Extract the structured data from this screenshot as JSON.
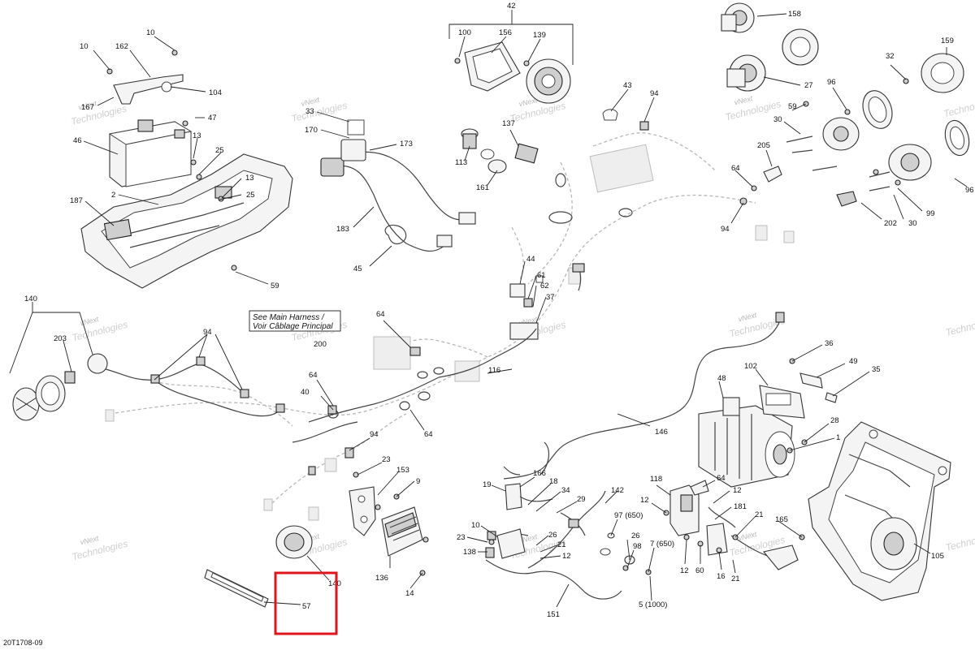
{
  "document_code": "20T1708-09",
  "note": {
    "line1": "See Main Harness /",
    "line2": "Voir Câblage Principal"
  },
  "watermark": {
    "line1": "vNext",
    "line2": "Technologies",
    "small": "vNext Technologies"
  },
  "highlight_color": "#e0141b",
  "callouts": [
    {
      "id": "c42",
      "text": "42"
    },
    {
      "id": "c10a",
      "text": "10"
    },
    {
      "id": "c162",
      "text": "162"
    },
    {
      "id": "c10b",
      "text": "10"
    },
    {
      "id": "c104",
      "text": "104"
    },
    {
      "id": "c167",
      "text": "167"
    },
    {
      "id": "c47",
      "text": "47"
    },
    {
      "id": "c46",
      "text": "46"
    },
    {
      "id": "c13a",
      "text": "13"
    },
    {
      "id": "c25a",
      "text": "25"
    },
    {
      "id": "c13b",
      "text": "13"
    },
    {
      "id": "c25b",
      "text": "25"
    },
    {
      "id": "c2",
      "text": "2"
    },
    {
      "id": "c187",
      "text": "187"
    },
    {
      "id": "c59a",
      "text": "59"
    },
    {
      "id": "c100",
      "text": "100"
    },
    {
      "id": "c156",
      "text": "156"
    },
    {
      "id": "c139",
      "text": "139"
    },
    {
      "id": "c33",
      "text": "33"
    },
    {
      "id": "c170",
      "text": "170"
    },
    {
      "id": "c173",
      "text": "173"
    },
    {
      "id": "c183",
      "text": "183"
    },
    {
      "id": "c45",
      "text": "45"
    },
    {
      "id": "c113",
      "text": "113"
    },
    {
      "id": "c137",
      "text": "137"
    },
    {
      "id": "c161",
      "text": "161"
    },
    {
      "id": "c43",
      "text": "43"
    },
    {
      "id": "c94a",
      "text": "94"
    },
    {
      "id": "c158",
      "text": "158"
    },
    {
      "id": "c159",
      "text": "159"
    },
    {
      "id": "c32",
      "text": "32"
    },
    {
      "id": "c27",
      "text": "27"
    },
    {
      "id": "c96a",
      "text": "96"
    },
    {
      "id": "c59b",
      "text": "59"
    },
    {
      "id": "c30a",
      "text": "30"
    },
    {
      "id": "c205",
      "text": "205"
    },
    {
      "id": "c64a",
      "text": "64"
    },
    {
      "id": "c96b",
      "text": "96"
    },
    {
      "id": "c202",
      "text": "202"
    },
    {
      "id": "c30b",
      "text": "30"
    },
    {
      "id": "c99",
      "text": "99"
    },
    {
      "id": "c94b",
      "text": "94"
    },
    {
      "id": "c44",
      "text": "44"
    },
    {
      "id": "c61",
      "text": "61"
    },
    {
      "id": "c62",
      "text": "62"
    },
    {
      "id": "c37",
      "text": "37"
    },
    {
      "id": "c140a",
      "text": "140"
    },
    {
      "id": "c203",
      "text": "203"
    },
    {
      "id": "c94c",
      "text": "94"
    },
    {
      "id": "c64b",
      "text": "64"
    },
    {
      "id": "c200",
      "text": "200"
    },
    {
      "id": "c116",
      "text": "116"
    },
    {
      "id": "c64c",
      "text": "64"
    },
    {
      "id": "c40",
      "text": "40"
    },
    {
      "id": "c64d",
      "text": "64"
    },
    {
      "id": "c94d",
      "text": "94"
    },
    {
      "id": "c23a",
      "text": "23"
    },
    {
      "id": "c153",
      "text": "153"
    },
    {
      "id": "c9",
      "text": "9"
    },
    {
      "id": "c136",
      "text": "136"
    },
    {
      "id": "c14",
      "text": "14"
    },
    {
      "id": "c140b",
      "text": "140"
    },
    {
      "id": "c57",
      "text": "57"
    },
    {
      "id": "c36",
      "text": "36"
    },
    {
      "id": "c49",
      "text": "49"
    },
    {
      "id": "c35",
      "text": "35"
    },
    {
      "id": "c102",
      "text": "102"
    },
    {
      "id": "c48",
      "text": "48"
    },
    {
      "id": "c146",
      "text": "146"
    },
    {
      "id": "c28",
      "text": "28"
    },
    {
      "id": "c1",
      "text": "1"
    },
    {
      "id": "c19",
      "text": "19"
    },
    {
      "id": "c166",
      "text": "166"
    },
    {
      "id": "c18",
      "text": "18"
    },
    {
      "id": "c34",
      "text": "34"
    },
    {
      "id": "c29",
      "text": "29"
    },
    {
      "id": "c142",
      "text": "142"
    },
    {
      "id": "c10c",
      "text": "10"
    },
    {
      "id": "c23b",
      "text": "23"
    },
    {
      "id": "c138",
      "text": "138"
    },
    {
      "id": "c26a",
      "text": "26"
    },
    {
      "id": "c21a",
      "text": "21"
    },
    {
      "id": "c12a",
      "text": "12"
    },
    {
      "id": "c151",
      "text": "151"
    },
    {
      "id": "c97",
      "text": "97 (650)"
    },
    {
      "id": "c26b",
      "text": "26"
    },
    {
      "id": "c98",
      "text": "98"
    },
    {
      "id": "c7",
      "text": "7 (650)"
    },
    {
      "id": "c5",
      "text": "5 (1000)"
    },
    {
      "id": "c118",
      "text": "118"
    },
    {
      "id": "c64e",
      "text": "64"
    },
    {
      "id": "c12b",
      "text": "12"
    },
    {
      "id": "c12c",
      "text": "12"
    },
    {
      "id": "c181",
      "text": "181"
    },
    {
      "id": "c21b",
      "text": "21"
    },
    {
      "id": "c165",
      "text": "165"
    },
    {
      "id": "c12d",
      "text": "12"
    },
    {
      "id": "c60",
      "text": "60"
    },
    {
      "id": "c16",
      "text": "16"
    },
    {
      "id": "c21c",
      "text": "21"
    },
    {
      "id": "c105",
      "text": "105"
    }
  ]
}
